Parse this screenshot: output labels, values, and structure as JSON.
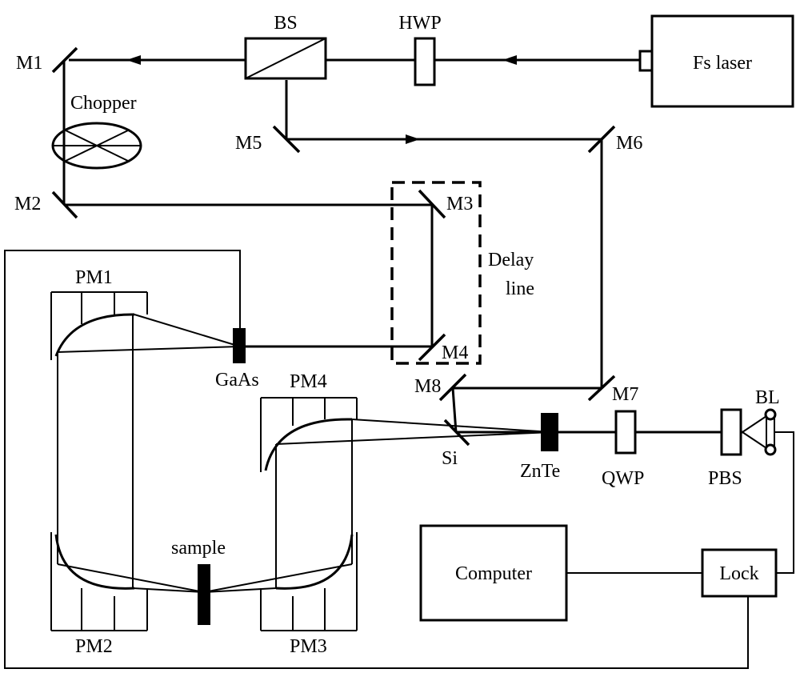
{
  "labels": {
    "bs": "BS",
    "hwp": "HWP",
    "laser": "Fs laser",
    "m1": "M1",
    "m2": "M2",
    "m3": "M3",
    "m4": "M4",
    "m5": "M5",
    "m6": "M6",
    "m7": "M7",
    "m8": "M8",
    "chopper": "Chopper",
    "delay_line_1": "Delay",
    "delay_line_2": "line",
    "pm1": "PM1",
    "pm2": "PM2",
    "pm3": "PM3",
    "pm4": "PM4",
    "gaas": "GaAs",
    "sample": "sample",
    "si": "Si",
    "znte": "ZnTe",
    "qwp": "QWP",
    "pbs": "PBS",
    "bl": "BL",
    "computer": "Computer",
    "lock": "Lock"
  }
}
